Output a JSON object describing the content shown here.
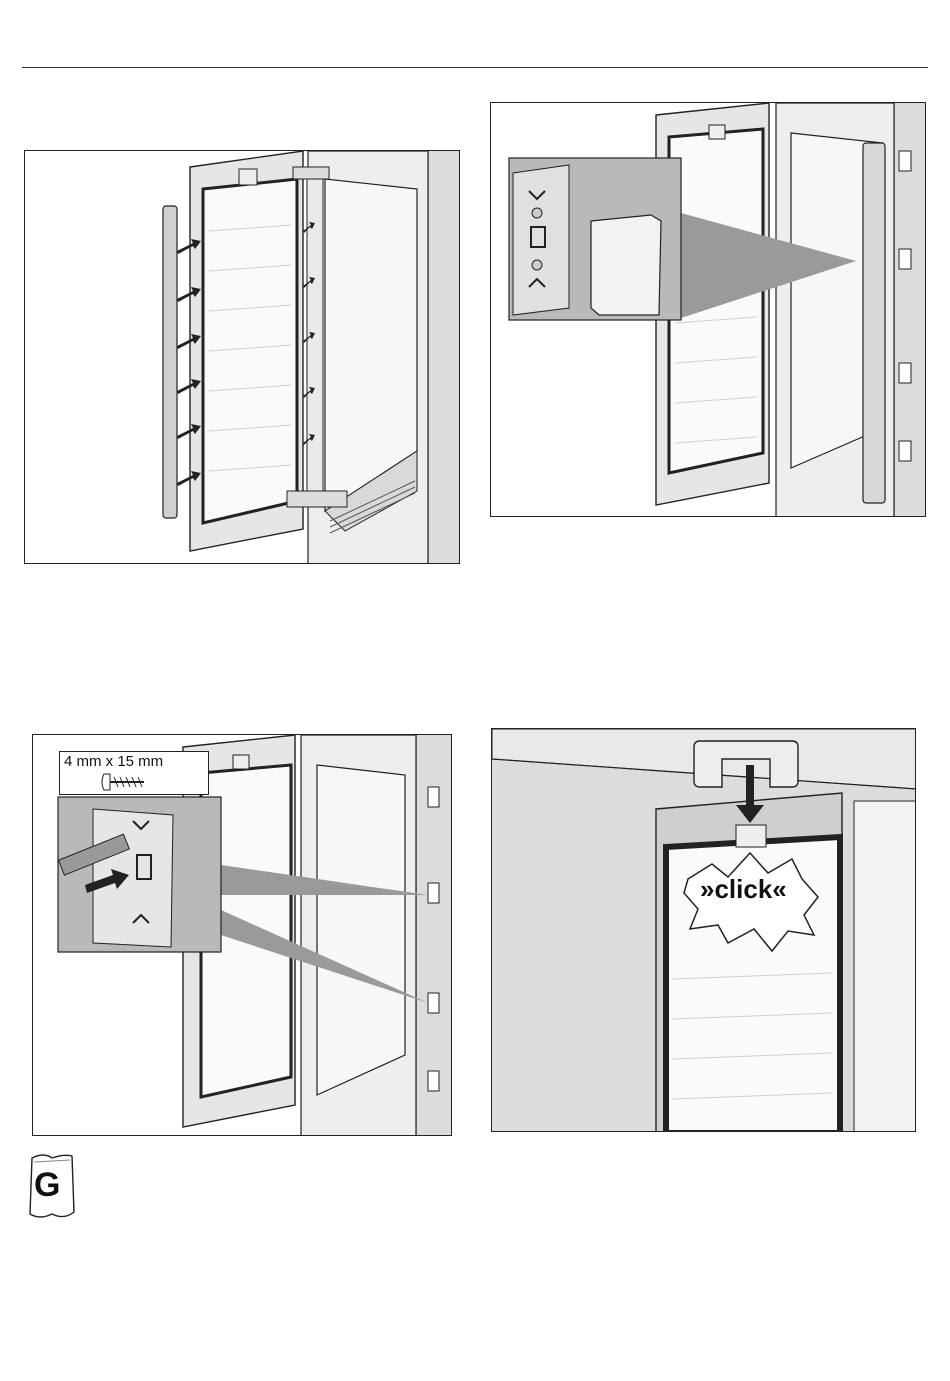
{
  "figure_3": {
    "screw_spec": "4 mm x 15 mm"
  },
  "figure_4": {
    "sound_label": "»click«"
  },
  "badge": {
    "letter": "G"
  },
  "colors": {
    "line": "#222222",
    "panel_gray": "#b9b9b9",
    "wall_gray": "#dcdcdc",
    "door_gray": "#e6e6e6"
  }
}
